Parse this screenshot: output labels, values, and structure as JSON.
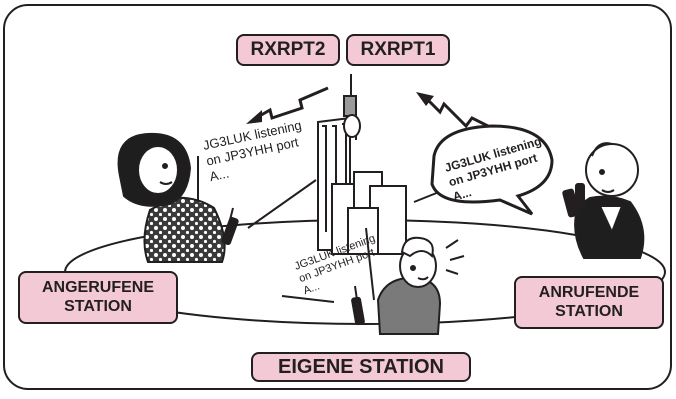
{
  "repeaters": {
    "rxrpt2": "RXRPT2",
    "rxrpt1": "RXRPT1"
  },
  "stations": {
    "called_line1": "ANGERUFENE",
    "called_line2": "STATION",
    "calling_line1": "ANRUFENDE",
    "calling_line2": "STATION",
    "own": "EIGENE STATION"
  },
  "messages": {
    "called_lines": [
      "JG3LUK listening",
      "on JP3YHH port",
      "A..."
    ],
    "calling_lines": [
      "JG3LUK listening",
      "on JP3YHH port",
      "A..."
    ],
    "own_lines": [
      "JG3LUK listening",
      "on JP3YHH port",
      "A..."
    ]
  },
  "colors": {
    "label_fill": "#f3c9d6",
    "outline": "#231f20",
    "background": "#ffffff"
  }
}
